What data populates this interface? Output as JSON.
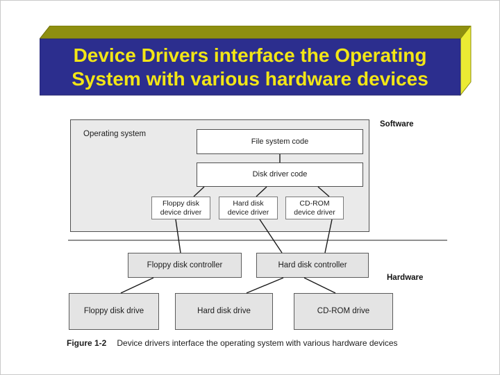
{
  "banner": {
    "title_line1": "Device Drivers interface the Operating",
    "title_line2": "System with various hardware devices",
    "colors": {
      "front_face": "#2c2e8e",
      "top_face": "#8e8f10",
      "side_face": "#ebeb33",
      "title_text": "#f2e616"
    }
  },
  "diagram": {
    "operating_system_label": "Operating system",
    "section_labels": {
      "software": "Software",
      "hardware": "Hardware"
    },
    "nodes": {
      "file_system_code": "File system code",
      "disk_driver_code": "Disk driver code",
      "floppy_device_driver": {
        "line1": "Floppy disk",
        "line2": "device driver"
      },
      "hard_device_driver": {
        "line1": "Hard disk",
        "line2": "device driver"
      },
      "cdrom_device_driver": {
        "line1": "CD-ROM",
        "line2": "device driver"
      },
      "floppy_controller": "Floppy disk controller",
      "hard_controller": "Hard disk controller",
      "floppy_drive": "Floppy disk drive",
      "hard_drive": "Hard disk drive",
      "cdrom_drive": "CD-ROM drive"
    },
    "edges": [
      {
        "from": "file_system_code",
        "to": "disk_driver_code"
      },
      {
        "from": "disk_driver_code",
        "to": "floppy_device_driver"
      },
      {
        "from": "disk_driver_code",
        "to": "hard_device_driver"
      },
      {
        "from": "disk_driver_code",
        "to": "cdrom_device_driver"
      },
      {
        "from": "floppy_device_driver",
        "to": "floppy_controller"
      },
      {
        "from": "hard_device_driver",
        "to": "hard_controller"
      },
      {
        "from": "cdrom_device_driver",
        "to": "hard_controller"
      },
      {
        "from": "floppy_controller",
        "to": "floppy_drive"
      },
      {
        "from": "hard_controller",
        "to": "hard_drive"
      },
      {
        "from": "hard_controller",
        "to": "cdrom_drive"
      }
    ]
  },
  "caption": {
    "figure_label": "Figure 1-2",
    "text": "Device drivers interface the operating system with various hardware devices"
  }
}
